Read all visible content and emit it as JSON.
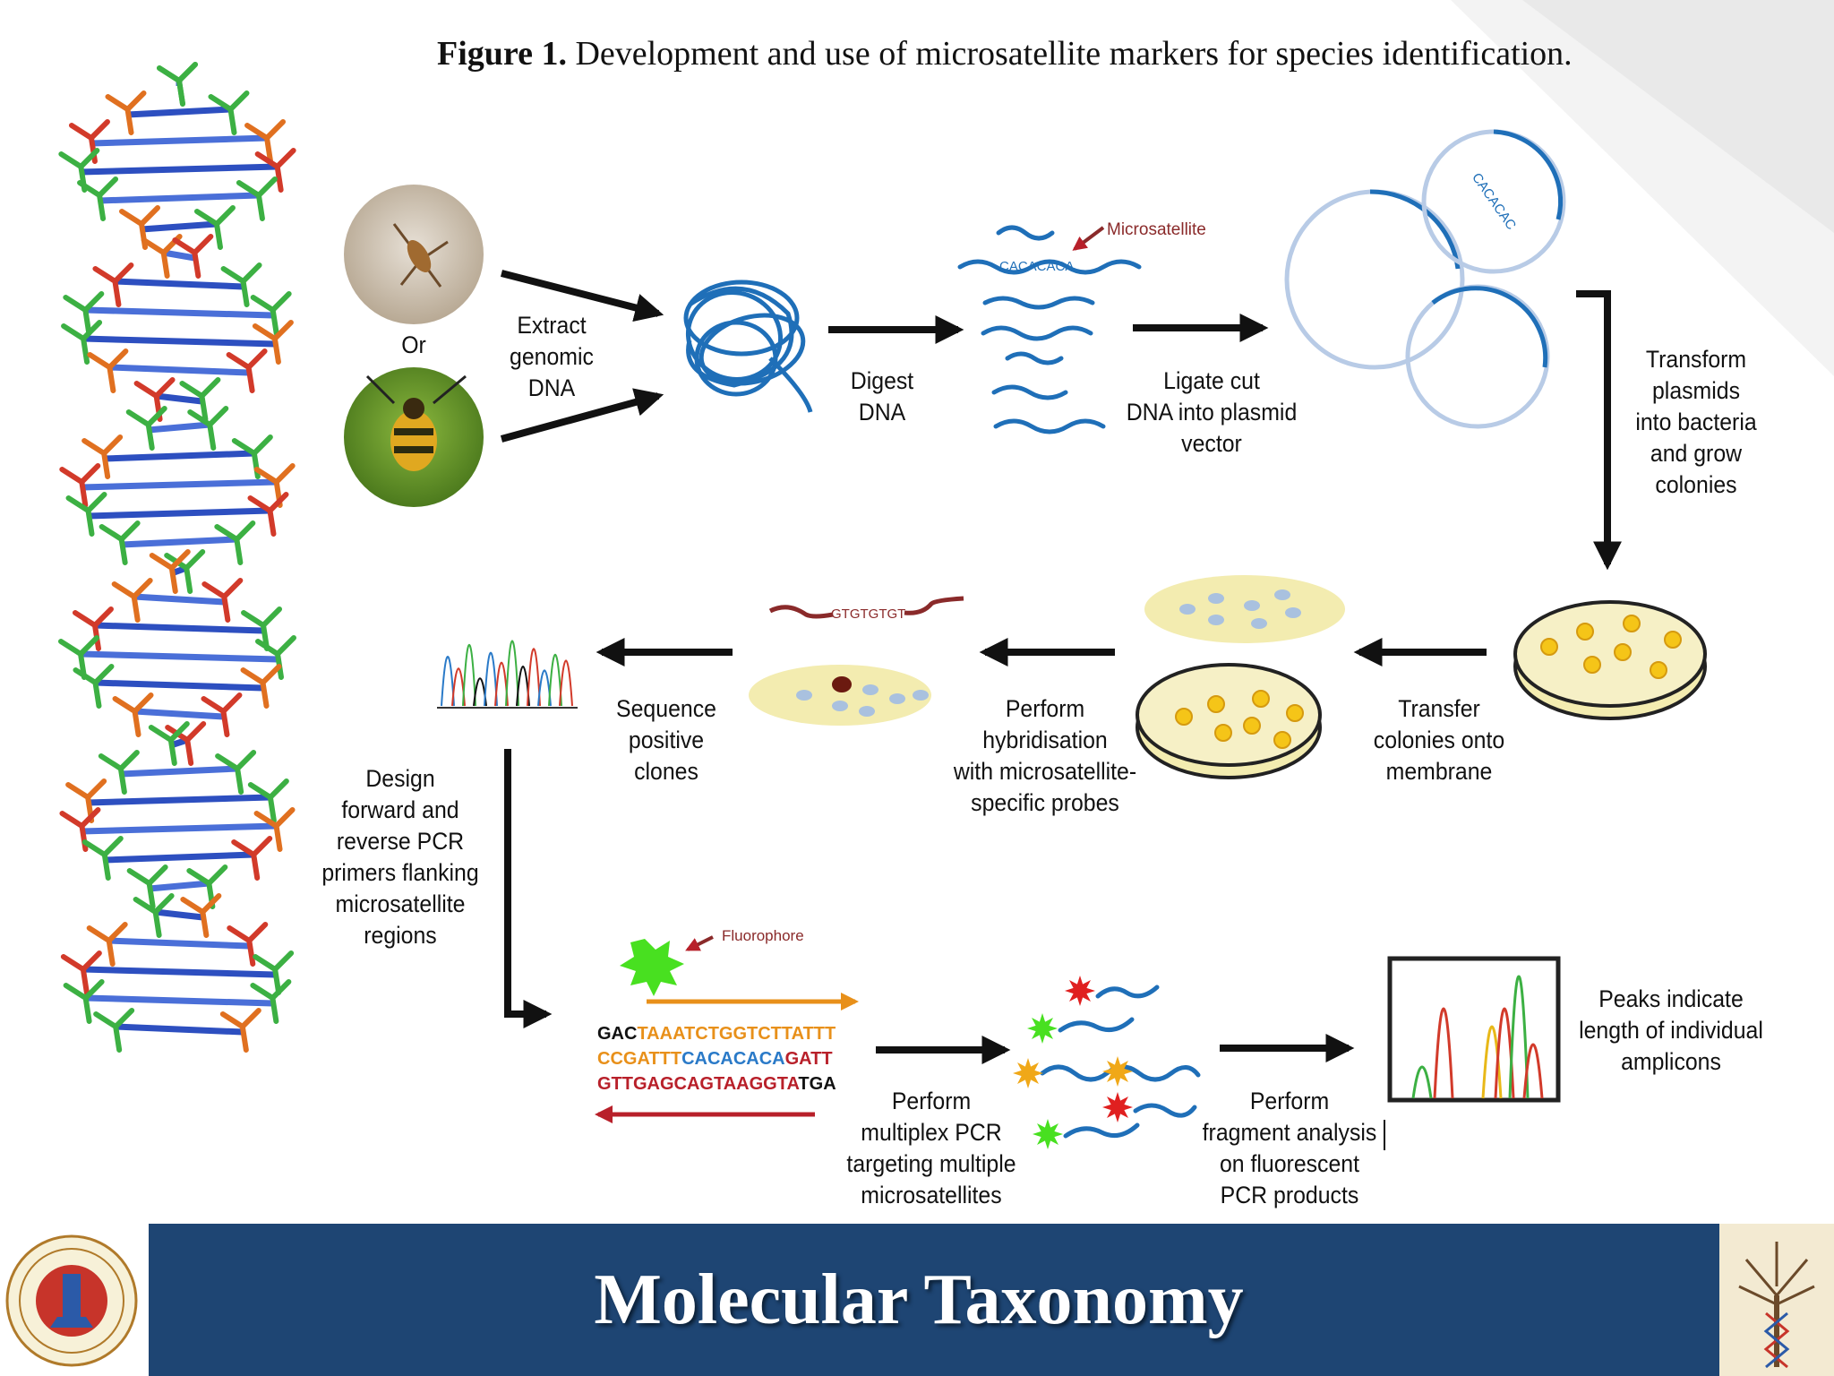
{
  "figure": {
    "title_bold": "Figure 1.",
    "title_rest": " Development and use of microsatellite markers for species identification."
  },
  "labels": {
    "or": "Or",
    "extract": "Extract\ngenomic\nDNA",
    "digest": "Digest\nDNA",
    "microsatellite": "Microsatellite",
    "cacaca_strand": "CACACACA",
    "cacaca_plasmid": "CACACAC",
    "ligate": "Ligate cut\nDNA into plasmid\nvector",
    "transform": "Transform\nplasmids\ninto bacteria\nand grow\ncolonies",
    "transfer": "Transfer\ncolonies onto\nmembrane",
    "hybridise": "Perform\nhybridisation\nwith microsatellite-\nspecific probes",
    "probe": "GTGTGTGT",
    "sequence": "Sequence\npositive\nclones",
    "design": "Design\nforward and\nreverse PCR\nprimers flanking\nmicrosatellite\nregions",
    "fluorophore": "Fluorophore",
    "multiplex": "Perform\nmultiplex PCR\ntargeting multiple\nmicrosatellites",
    "fragment": "Perform\nfragment analysis\non fluorescent\nPCR products",
    "peaks": "Peaks indicate\nlength of individual\namplicons"
  },
  "sequence_lines": [
    [
      {
        "t": "GAC",
        "c": "#111111"
      },
      {
        "t": "TAAATCTGGTCTTATTT",
        "c": "#e8901a"
      }
    ],
    [
      {
        "t": "CCGATTT",
        "c": "#e8901a"
      },
      {
        "t": "CACACACA",
        "c": "#2a7ac8"
      },
      {
        "t": "GATT",
        "c": "#b8202a"
      }
    ],
    [
      {
        "t": "GTTGAGCAGTAAGGTA",
        "c": "#b8202a"
      },
      {
        "t": "TGA",
        "c": "#111111"
      }
    ]
  ],
  "footer": {
    "title": "Molecular Taxonomy"
  },
  "colors": {
    "footer_band": "#1e4573",
    "dna_blue": "#1f6fb8",
    "plate_yellow": "#f5c518",
    "membrane": "#f3ecb0",
    "arrow": "#111111"
  },
  "icons": [
    "dna-helix-icon",
    "mosquito-photo",
    "fly-photo",
    "icmr-logo",
    "dna-tree-logo"
  ]
}
